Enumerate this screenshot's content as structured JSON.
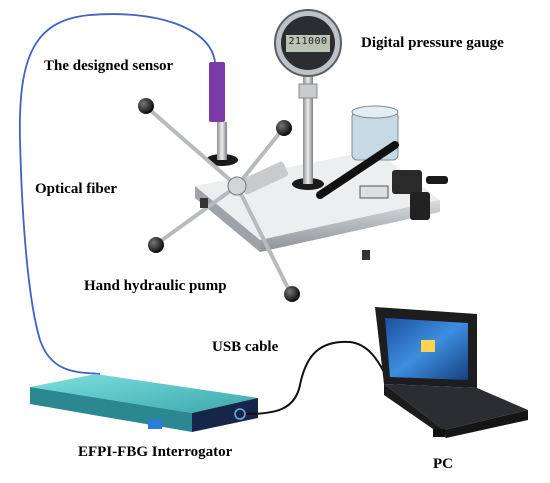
{
  "labels": {
    "sensor": "The designed sensor",
    "gauge": "Digital pressure gauge",
    "fiber": "Optical fiber",
    "pump": "Hand hydraulic  pump",
    "usb": "USB cable",
    "interrogator": "EFPI-FBG Interrogator",
    "pc": "PC"
  },
  "gauge_display": "211000",
  "colors": {
    "fiber": "#3f62c4",
    "sensor": "#7a3aa8",
    "interrogator_top": "#5ec8c8",
    "interrogator_front": "#16254a",
    "pump_base": "#b9bcbf",
    "laptop_body": "#1d1d1f",
    "laptop_screen": "#2a6fc0"
  }
}
